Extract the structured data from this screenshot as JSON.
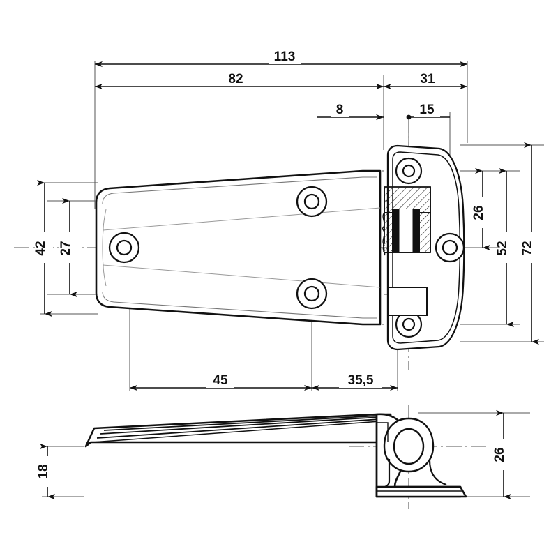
{
  "drawing": {
    "title": "Refrigerator door hinge handle technical drawing",
    "background_color": "#ffffff",
    "line_color": "#111111",
    "thin_line_color": "#555555",
    "views": [
      {
        "name": "plan-view",
        "label": ""
      },
      {
        "name": "side-elevation-view",
        "label": ""
      }
    ],
    "dimensions": {
      "overall_length": "113",
      "handle_length": "82",
      "plate_length": "31",
      "offset_8": "8",
      "pivot_offset_15": "15",
      "handle_width": "42",
      "inner_width": "27",
      "plate_half_26": "26",
      "plate_width_52": "52",
      "plate_overall_72": "72",
      "hole_spacing_45": "45",
      "hole_spacing_355": "35,5",
      "handle_thickness": "18",
      "boss_height": "26"
    }
  },
  "labels": {
    "d113": "113",
    "d82": "82",
    "d31": "31",
    "d8": "8",
    "d15": "15",
    "d42": "42",
    "d27": "27",
    "d26": "26",
    "d52": "52",
    "d72": "72",
    "d45": "45",
    "d355": "35,5",
    "d18": "18",
    "d26b": "26"
  }
}
